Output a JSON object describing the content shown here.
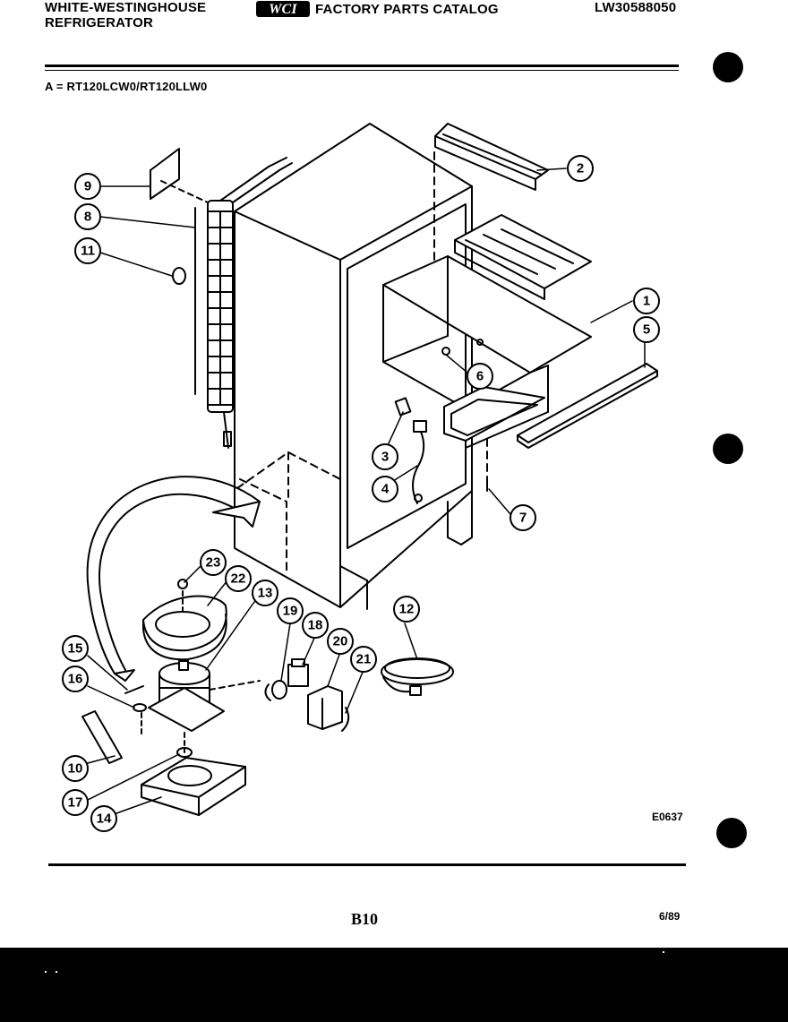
{
  "header": {
    "brand_line1": "WHITE-WESTINGHOUSE",
    "brand_line2": "REFRIGERATOR",
    "logo_text": "WCI",
    "catalog_title": "FACTORY PARTS CATALOG",
    "doc_number": "LW30588050"
  },
  "model_line": "A = RT120LCW0/RT120LLW0",
  "figure_code": "E0637",
  "page_number": "B10",
  "date": "6/89",
  "callouts": [
    {
      "id": "1",
      "label": "1"
    },
    {
      "id": "2",
      "label": "2"
    },
    {
      "id": "3",
      "label": "3"
    },
    {
      "id": "4",
      "label": "4"
    },
    {
      "id": "5",
      "label": "5"
    },
    {
      "id": "6",
      "label": "6"
    },
    {
      "id": "7",
      "label": "7"
    },
    {
      "id": "8",
      "label": "8"
    },
    {
      "id": "9",
      "label": "9"
    },
    {
      "id": "10",
      "label": "10"
    },
    {
      "id": "11",
      "label": "11"
    },
    {
      "id": "12",
      "label": "12"
    },
    {
      "id": "13",
      "label": "13"
    },
    {
      "id": "14",
      "label": "14"
    },
    {
      "id": "15",
      "label": "15"
    },
    {
      "id": "16",
      "label": "16"
    },
    {
      "id": "17",
      "label": "17"
    },
    {
      "id": "18",
      "label": "18"
    },
    {
      "id": "19",
      "label": "19"
    },
    {
      "id": "20",
      "label": "20"
    },
    {
      "id": "21",
      "label": "21"
    },
    {
      "id": "22",
      "label": "22"
    },
    {
      "id": "23",
      "label": "23"
    }
  ]
}
